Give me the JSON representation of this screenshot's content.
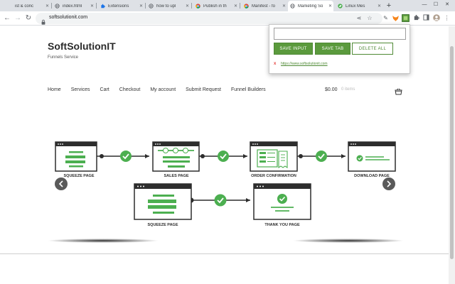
{
  "tabs": [
    {
      "title": "ist & conc",
      "icon": "none"
    },
    {
      "title": "index.html",
      "icon": "globe"
    },
    {
      "title": "Extensions",
      "icon": "puzzle"
    },
    {
      "title": "how to upl",
      "icon": "globe"
    },
    {
      "title": "Publish in th",
      "icon": "chrome"
    },
    {
      "title": "Manifest - fo",
      "icon": "chrome"
    },
    {
      "title": "Marketing So",
      "icon": "globe",
      "active": true
    },
    {
      "title": "Linux Mes",
      "icon": "leaf"
    }
  ],
  "toolbar": {
    "url": "softsolutionit.com"
  },
  "site": {
    "title": "SoftSolutionIT",
    "tagline": "Funnels Service",
    "nav": [
      "Home",
      "Services",
      "Cart",
      "Checkout",
      "My account",
      "Submit Request",
      "Funnel Builders"
    ],
    "cart_total": "$0.00",
    "cart_items": "0 items"
  },
  "funnel": {
    "row1": [
      "SQUEEZE PAGE",
      "SALES PAGE",
      "ORDER CONFIRMATION",
      "DOWNLOAD PAGE"
    ],
    "row2": [
      "SQUEEZE PAGE",
      "THANK YOU PAGE"
    ]
  },
  "popup": {
    "input_value": "",
    "save_input": "SAVE INPUT",
    "save_tab": "SAVE TAB",
    "delete_all": "DELETE ALL",
    "delete_mark": "x",
    "saved_link": "https://www.softsolutionit.com"
  },
  "colors": {
    "accent_green": "#5b9a3d",
    "check_green": "#4caf50",
    "funnel_dark": "#2d2d2d"
  }
}
